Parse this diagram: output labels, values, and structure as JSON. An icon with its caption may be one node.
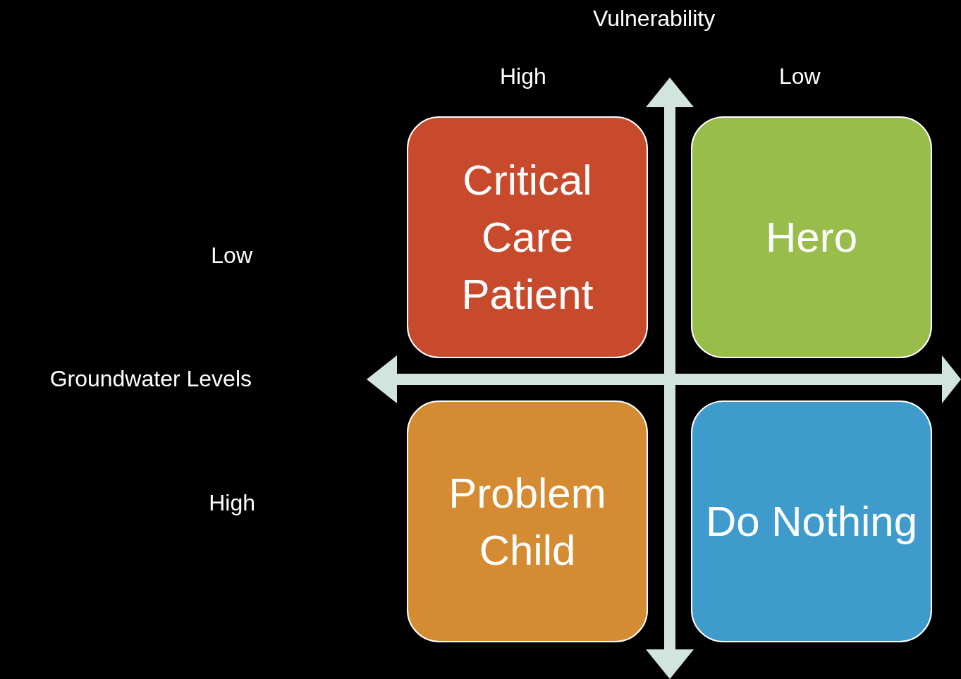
{
  "diagram": {
    "nodes": [
      {
        "text": [
          "Critical Care Patient"
        ]
      },
      {
        "text": [
          "Hero"
        ]
      },
      {
        "text": [
          "Problem Child"
        ]
      },
      {
        "text": [
          "Do Nothing"
        ]
      }
    ],
    "labels": [
      "Vulnerability",
      "High",
      "Low",
      "Low",
      "Groundwater Levels",
      "High"
    ]
  }
}
